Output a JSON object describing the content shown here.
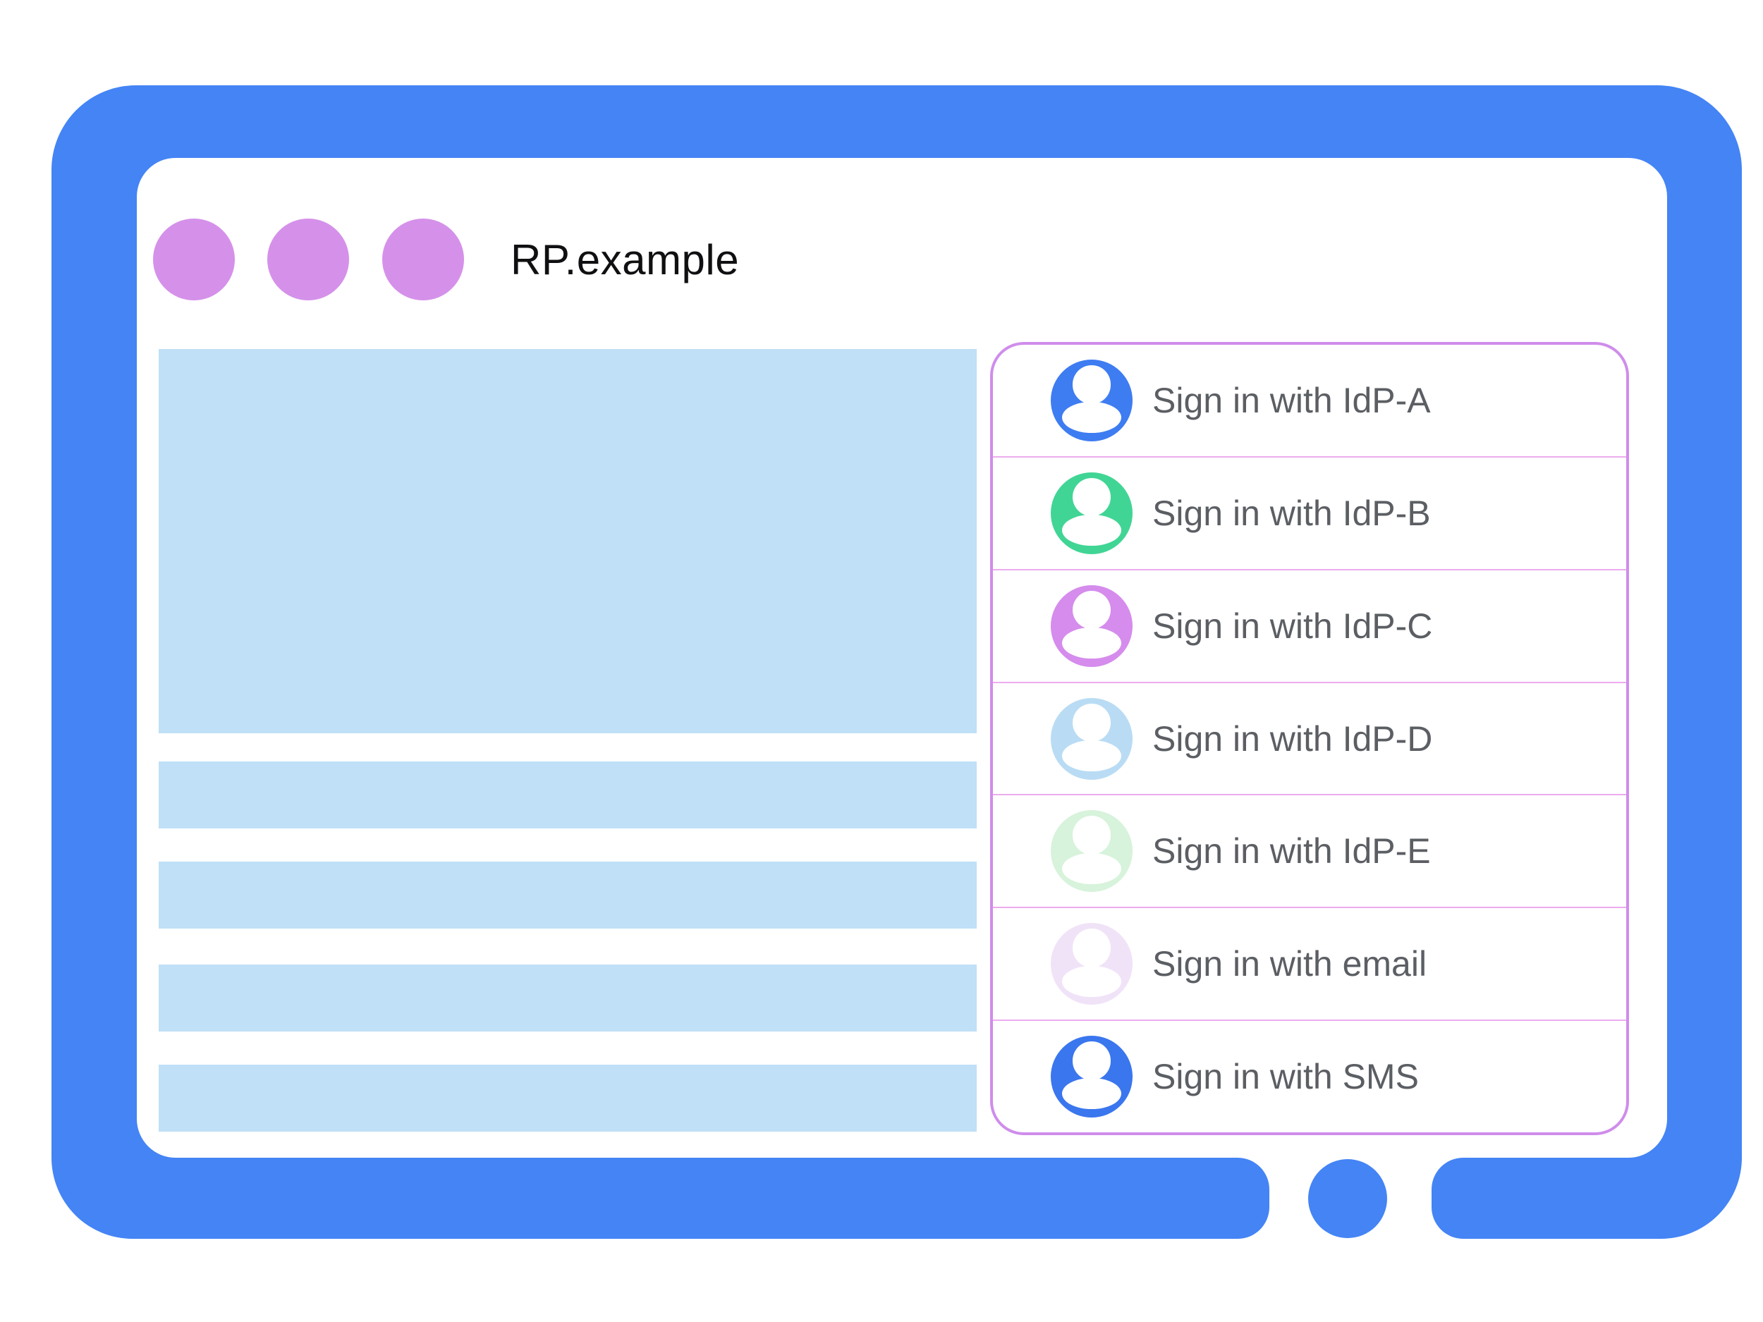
{
  "window": {
    "title": "RP.example"
  },
  "signin_panel": {
    "items": [
      {
        "label": "Sign in with IdP-A",
        "avatar_icon": "person-icon",
        "avatar_color": "#3E7CF1"
      },
      {
        "label": "Sign in with IdP-B",
        "avatar_icon": "person-icon",
        "avatar_color": "#41D595"
      },
      {
        "label": "Sign in with IdP-C",
        "avatar_icon": "person-icon",
        "avatar_color": "#D58CEC"
      },
      {
        "label": "Sign in with IdP-D",
        "avatar_icon": "person-icon",
        "avatar_color": "#B9DCF4"
      },
      {
        "label": "Sign in with IdP-E",
        "avatar_icon": "person-icon",
        "avatar_color": "#D7F3DB"
      },
      {
        "label": "Sign in with email",
        "avatar_icon": "person-icon",
        "avatar_color": "#F0E3F8"
      },
      {
        "label": "Sign in with SMS",
        "avatar_icon": "person-icon",
        "avatar_color": "#3A76EE"
      }
    ]
  },
  "colors": {
    "frame_blue": "#4484F5",
    "window_dot_purple": "#D591EA",
    "placeholder_blue": "#BFE0F6",
    "panel_border_purple": "#CF8DEB",
    "divider_pink": "#ECACEE",
    "label_gray": "#5B5E63",
    "title_color": "#101012"
  }
}
